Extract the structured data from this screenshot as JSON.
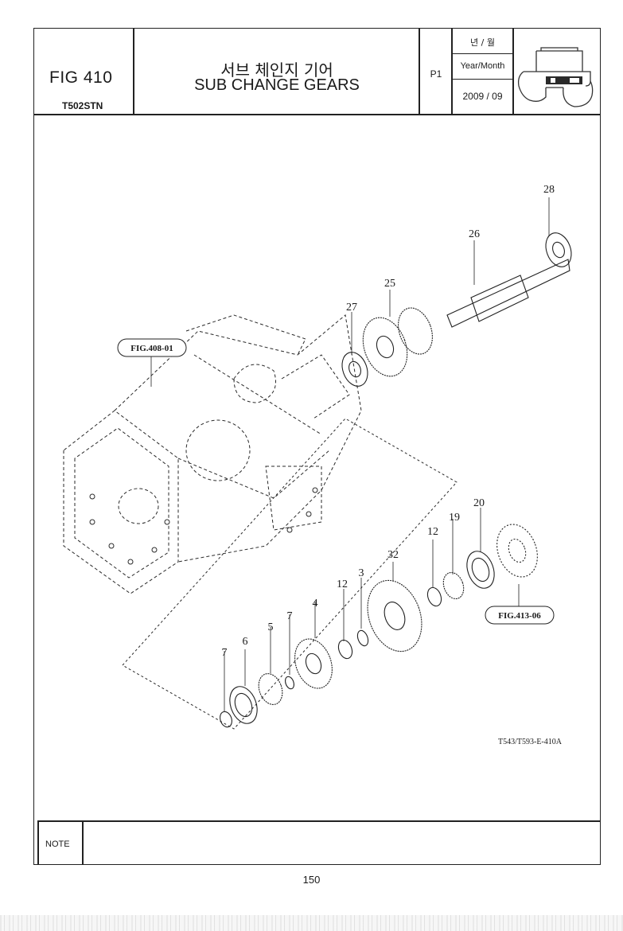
{
  "header": {
    "fig_number": "FIG 410",
    "model_code": "T502STN",
    "title_korean": "서브 체인지 기어",
    "title_english": "SUB CHANGE GEARS",
    "page_code": "P1",
    "year_month_label_korean": "년 / 월",
    "year_month_label": "Year/Month",
    "year_month_value": "2009 / 09",
    "logo": "tractor-icon"
  },
  "drawing": {
    "callouts": {
      "c28": "28",
      "c26": "26",
      "c25": "25",
      "c27": "27",
      "c20": "20",
      "c19": "19",
      "c12a": "12",
      "c32": "32",
      "c3": "3",
      "c12b": "12",
      "c4": "4",
      "c7a": "7",
      "c5": "5",
      "c6": "6",
      "c7b": "7"
    },
    "figure_refs": {
      "left": "FIG.408-01",
      "right": "FIG.413-06"
    },
    "drawing_id": "T543/T593-E-410A"
  },
  "footer": {
    "note_label": "NOTE",
    "note_text": "",
    "page_number": "150"
  }
}
